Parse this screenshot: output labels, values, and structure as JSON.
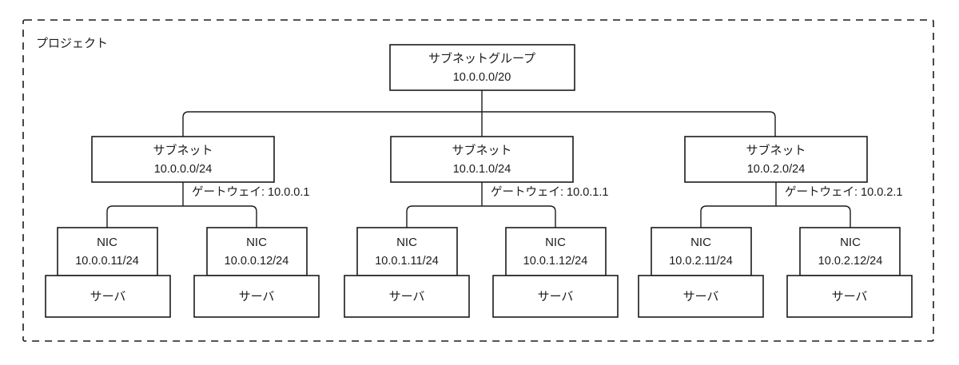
{
  "diagram": {
    "title_boundary": "プロジェクト",
    "boundary_style": "dashed",
    "stroke_color": "#1b1b1b",
    "fill_color": "#ffffff",
    "background": "#ffffff",
    "root": {
      "name": "subnet-group",
      "line1": "サブネットグループ",
      "line2": "10.0.0.0/20"
    },
    "subnets": [
      {
        "name": "subnet-1",
        "line1": "サブネット",
        "line2": "10.0.0.0/24",
        "gateway_label": "ゲートウェイ: 10.0.0.1",
        "nics": [
          {
            "name": "nic-1",
            "line1": "NIC",
            "line2": "10.0.0.11/24",
            "server_label": "サーバ"
          },
          {
            "name": "nic-2",
            "line1": "NIC",
            "line2": "10.0.0.12/24",
            "server_label": "サーバ"
          }
        ]
      },
      {
        "name": "subnet-2",
        "line1": "サブネット",
        "line2": "10.0.1.0/24",
        "gateway_label": "ゲートウェイ: 10.0.1.1",
        "nics": [
          {
            "name": "nic-3",
            "line1": "NIC",
            "line2": "10.0.1.11/24",
            "server_label": "サーバ"
          },
          {
            "name": "nic-4",
            "line1": "NIC",
            "line2": "10.0.1.12/24",
            "server_label": "サーバ"
          }
        ]
      },
      {
        "name": "subnet-3",
        "line1": "サブネット",
        "line2": "10.0.2.0/24",
        "gateway_label": "ゲートウェイ: 10.0.2.1",
        "nics": [
          {
            "name": "nic-5",
            "line1": "NIC",
            "line2": "10.0.2.11/24",
            "server_label": "サーバ"
          },
          {
            "name": "nic-6",
            "line1": "NIC",
            "line2": "10.0.2.12/24",
            "server_label": "サーバ"
          }
        ]
      }
    ]
  }
}
